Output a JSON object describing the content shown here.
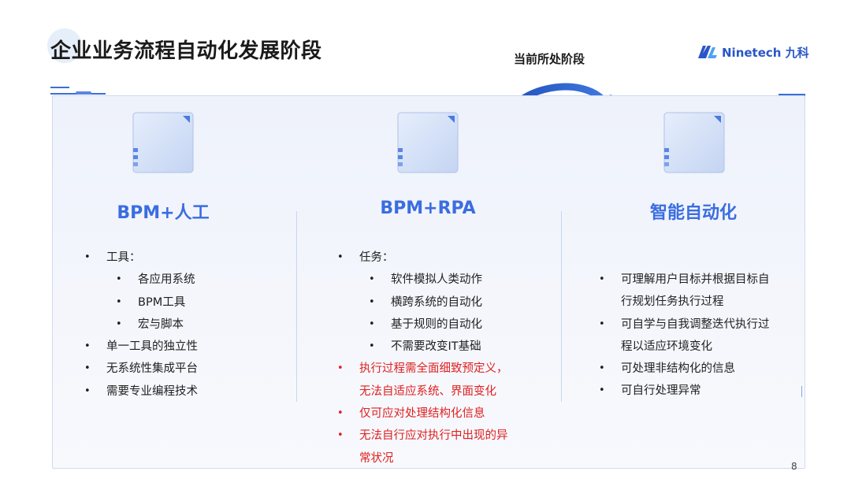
{
  "title": "企业业务流程自动化发展阶段",
  "logo": {
    "text": "Ninetech 九科"
  },
  "stage_label": "当前所处阶段",
  "colors": {
    "accent": "#3a6de0",
    "alert": "#e02020",
    "text": "#1f1f1f"
  },
  "columns": [
    {
      "title": "BPM+人工",
      "icon": "document-card-icon",
      "items": [
        {
          "text": "工具：",
          "level": 1,
          "highlight": false
        },
        {
          "text": "各应用系统",
          "level": 2,
          "highlight": false
        },
        {
          "text": "BPM工具",
          "level": 2,
          "highlight": false
        },
        {
          "text": "宏与脚本",
          "level": 2,
          "highlight": false
        },
        {
          "text": "单一工具的独立性",
          "level": 1,
          "highlight": false
        },
        {
          "text": "无系统性集成平台",
          "level": 1,
          "highlight": false
        },
        {
          "text": "需要专业编程技术",
          "level": 1,
          "highlight": false
        }
      ]
    },
    {
      "title": "BPM+RPA",
      "icon": "document-card-icon",
      "items": [
        {
          "text": "任务：",
          "level": 1,
          "highlight": false
        },
        {
          "text": "软件模拟人类动作",
          "level": 2,
          "highlight": false
        },
        {
          "text": "横跨系统的自动化",
          "level": 2,
          "highlight": false
        },
        {
          "text": "基于规则的自动化",
          "level": 2,
          "highlight": false
        },
        {
          "text": "不需要改变IT基础",
          "level": 2,
          "highlight": false
        },
        {
          "text": "执行过程需全面细致预定义，",
          "level": 1,
          "highlight": true
        },
        {
          "text": "无法自适应系统、界面变化",
          "level": 0,
          "highlight": true
        },
        {
          "text": "仅可应对处理结构化信息",
          "level": 1,
          "highlight": true
        },
        {
          "text": "无法自行应对执行中出现的异",
          "level": 1,
          "highlight": true
        },
        {
          "text": "常状况",
          "level": 0,
          "highlight": true
        }
      ]
    },
    {
      "title": "智能自动化",
      "icon": "document-card-icon",
      "items": [
        {
          "text": "可理解用户目标并根据目标自",
          "level": 1,
          "highlight": false
        },
        {
          "text": "行规划任务执行过程",
          "level": 0,
          "highlight": false
        },
        {
          "text": "可自学与自我调整迭代执行过",
          "level": 1,
          "highlight": false
        },
        {
          "text": "程以适应环境变化",
          "level": 0,
          "highlight": false
        },
        {
          "text": "可处理非结构化的信息",
          "level": 1,
          "highlight": false
        },
        {
          "text": "可自行处理异常",
          "level": 1,
          "highlight": false
        }
      ]
    }
  ],
  "page_number": "8"
}
